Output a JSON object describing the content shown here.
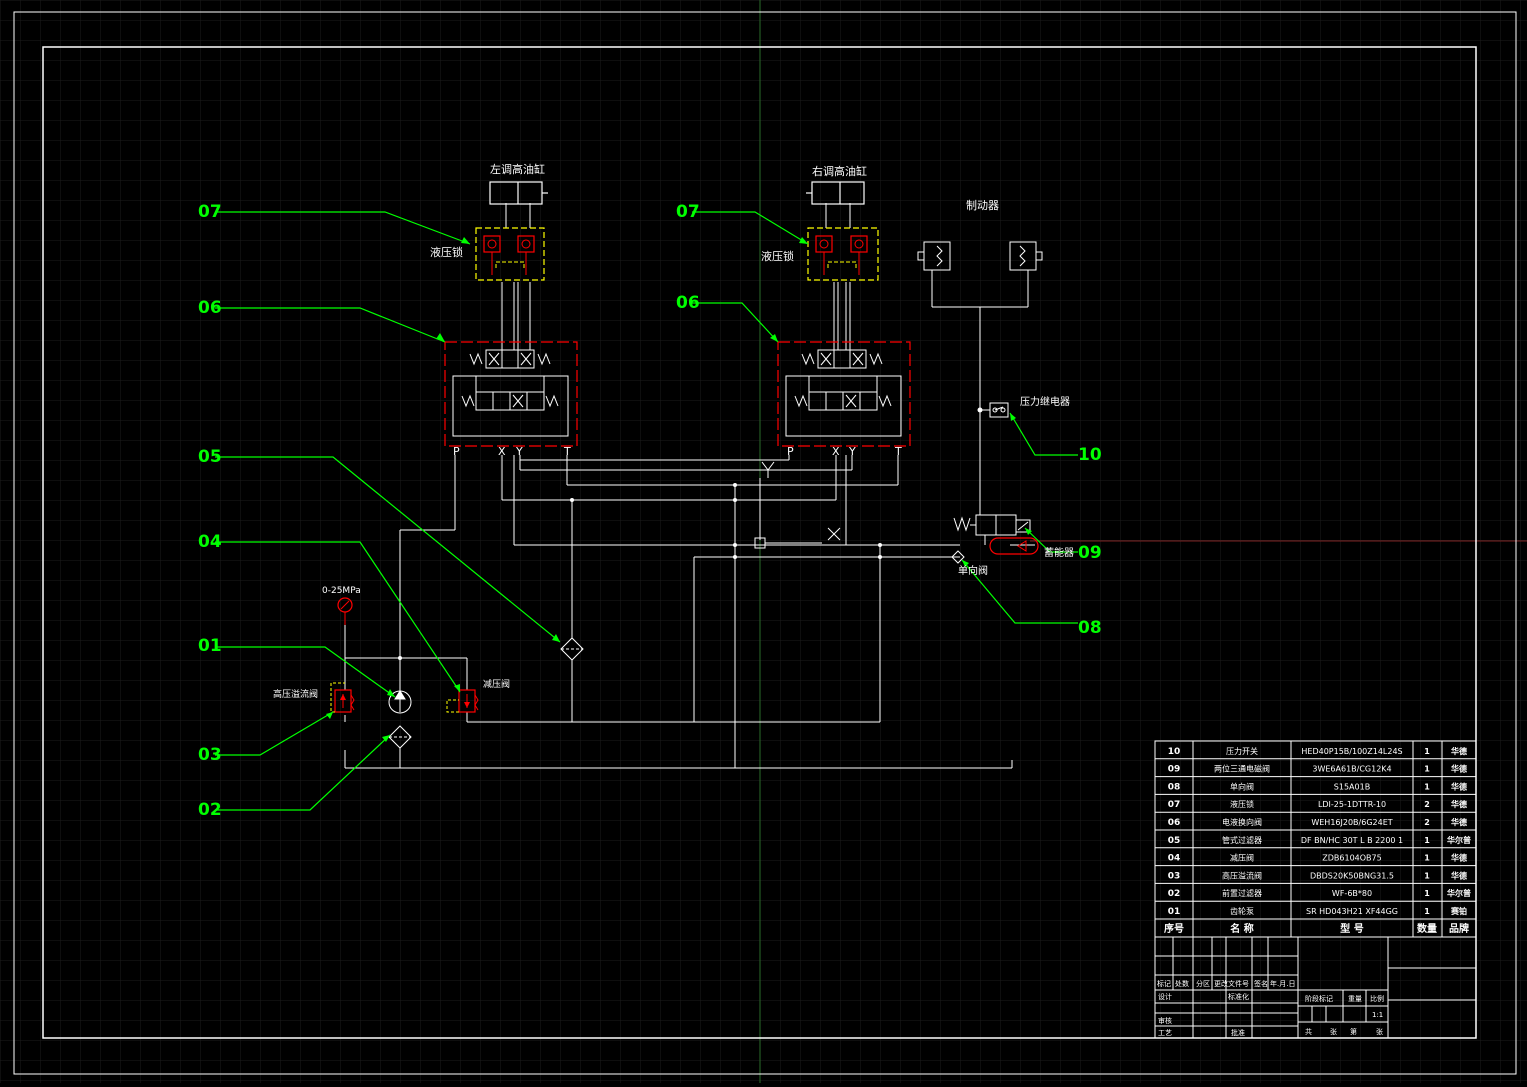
{
  "labels": {
    "left_cylinder": "左调高油缸",
    "right_cylinder": "右调高油缸",
    "brake": "制动器",
    "hydraulic_lock_left": "液压锁",
    "hydraulic_lock_right": "液压锁",
    "pressure_relay": "压力继电器",
    "check_valve": "单向阀",
    "accumulator": "蓄能器",
    "gauge": "0-25MPa",
    "high_relief_valve": "高压溢流阀",
    "reducing_valve": "减压阀",
    "port_p": "P",
    "port_x": "X",
    "port_y": "Y",
    "port_t": "T",
    "port_y_mid": "Y"
  },
  "callouts": {
    "c07_left": "07",
    "c06_left": "06",
    "c05": "05",
    "c04": "04",
    "c01": "01",
    "c03": "03",
    "c02": "02",
    "c07_right": "07",
    "c06_right": "06",
    "c10": "10",
    "c09": "09",
    "c08": "08"
  },
  "bom_header": {
    "seq": "序号",
    "name": "名 称",
    "model": "型 号",
    "qty": "数量",
    "remark": "品牌"
  },
  "bom": [
    {
      "seq": "10",
      "name": "压力开关",
      "model": "HED40P15B/100Z14L24S",
      "qty": "1",
      "remark": "华德"
    },
    {
      "seq": "09",
      "name": "两位三通电磁阀",
      "model": "3WE6A61B/CG12K4",
      "qty": "1",
      "remark": "华德"
    },
    {
      "seq": "08",
      "name": "单向阀",
      "model": "S15A01B",
      "qty": "1",
      "remark": "华德"
    },
    {
      "seq": "07",
      "name": "液压锁",
      "model": "LDI-25-1DTTR-10",
      "qty": "2",
      "remark": "华德"
    },
    {
      "seq": "06",
      "name": "电液换向阀",
      "model": "WEH16J20B/6G24ET",
      "qty": "2",
      "remark": "华德"
    },
    {
      "seq": "05",
      "name": "管式过滤器",
      "model": "DF BN/HC 30T L B 2200 1",
      "qty": "1",
      "remark": "华尔普"
    },
    {
      "seq": "04",
      "name": "减压阀",
      "model": "ZDB6104OB75",
      "qty": "1",
      "remark": "华德"
    },
    {
      "seq": "03",
      "name": "高压溢流阀",
      "model": "DBDS20K50BNG31.5",
      "qty": "1",
      "remark": "华德"
    },
    {
      "seq": "02",
      "name": "前置过滤器",
      "model": "WF-6B*80",
      "qty": "1",
      "remark": "华尔普"
    },
    {
      "seq": "01",
      "name": "齿轮泵",
      "model": "SR HD043H21 XF44GG",
      "qty": "1",
      "remark": "赛铂"
    }
  ],
  "title_block": {
    "biaoji": "标记",
    "chushu": "处数",
    "fenqu": "分区",
    "gengai": "更改文件号",
    "qianming": "签名",
    "nianyueri": "年.月.日",
    "sheji": "设计",
    "biaozhunhua": "标准化",
    "jieduan": "阶段标记",
    "zhongliang": "重量",
    "bili": "比例",
    "scale": "1:1",
    "shenhe": "审核",
    "gongyi": "工艺",
    "pizhun": "批准",
    "gong": "共",
    "zhang1": "张",
    "di": "第",
    "zhang2": "张"
  },
  "colors": {
    "background": "#000000",
    "line": "#ffffff",
    "callout": "#00ff00",
    "valve_red": "#ff0000",
    "lock_yellow": "#ffff00",
    "grid": "#1f1f1f"
  }
}
